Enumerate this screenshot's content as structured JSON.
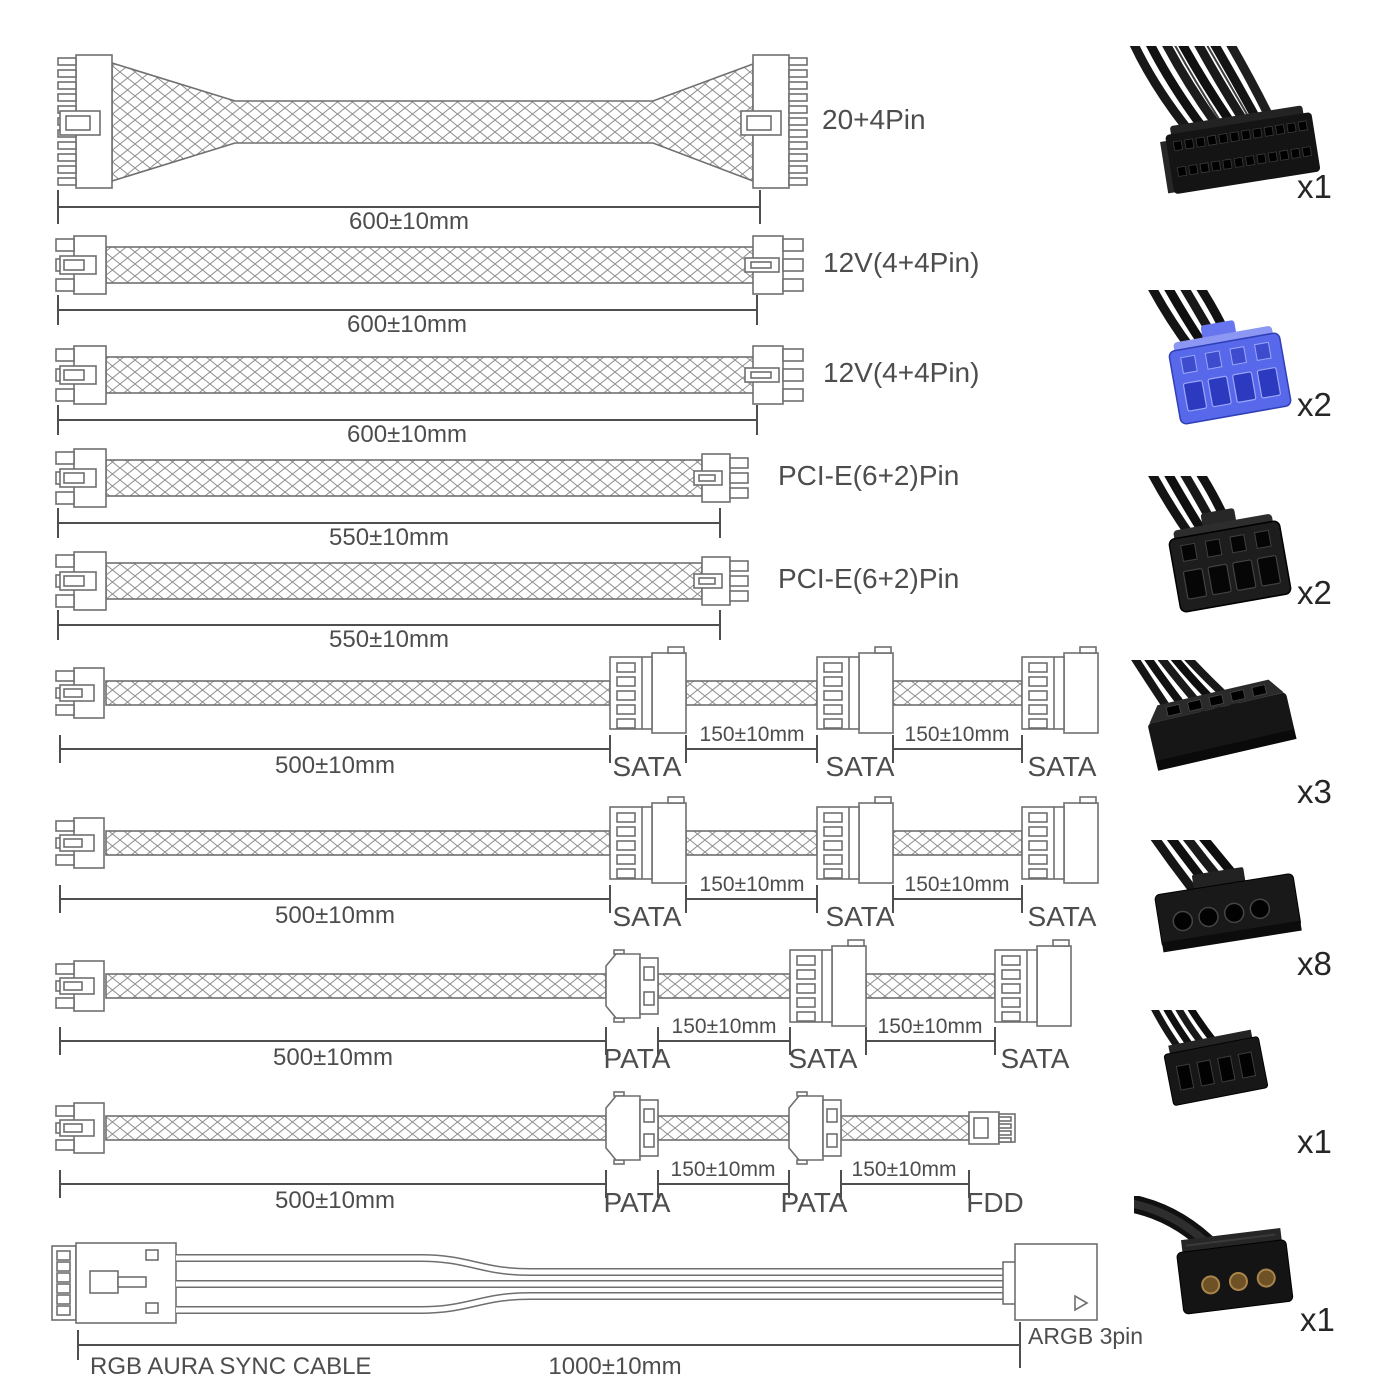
{
  "rows": [
    {
      "label": "20+4Pin",
      "length": "600±10mm"
    },
    {
      "label": "12V(4+4Pin)",
      "length": "600±10mm"
    },
    {
      "label": "12V(4+4Pin)",
      "length": "600±10mm"
    },
    {
      "label": "PCI-E(6+2)Pin",
      "length": "550±10mm"
    },
    {
      "label": "PCI-E(6+2)Pin",
      "length": "550±10mm"
    },
    {
      "length": "500±10mm",
      "seg1": "150±10mm",
      "seg2": "150±10mm",
      "conn1": "SATA",
      "conn2": "SATA",
      "conn3": "SATA"
    },
    {
      "length": "500±10mm",
      "seg1": "150±10mm",
      "seg2": "150±10mm",
      "conn1": "SATA",
      "conn2": "SATA",
      "conn3": "SATA"
    },
    {
      "length": "500±10mm",
      "seg1": "150±10mm",
      "seg2": "150±10mm",
      "conn1": "PATA",
      "conn2": "SATA",
      "conn3": "SATA"
    },
    {
      "length": "500±10mm",
      "seg1": "150±10mm",
      "seg2": "150±10mm",
      "conn1": "PATA",
      "conn2": "PATA",
      "conn3": "FDD"
    },
    {
      "label": "RGB AURA SYNC CABLE",
      "length": "1000±10mm",
      "end_label": "ARGB 3pin"
    }
  ],
  "photos": [
    {
      "count": "x1"
    },
    {
      "count": "x2"
    },
    {
      "count": "x2"
    },
    {
      "count": "x3"
    },
    {
      "count": "x8"
    },
    {
      "count": "x1"
    },
    {
      "count": "x1"
    }
  ],
  "colors": {
    "line_art": "#6f6f6f",
    "dimension": "#4f4f4f",
    "text": "#4d4d4d",
    "connector_black": "#161616",
    "connector_blue": "#5868ea",
    "argb_pin_gold": "#6e5226"
  }
}
